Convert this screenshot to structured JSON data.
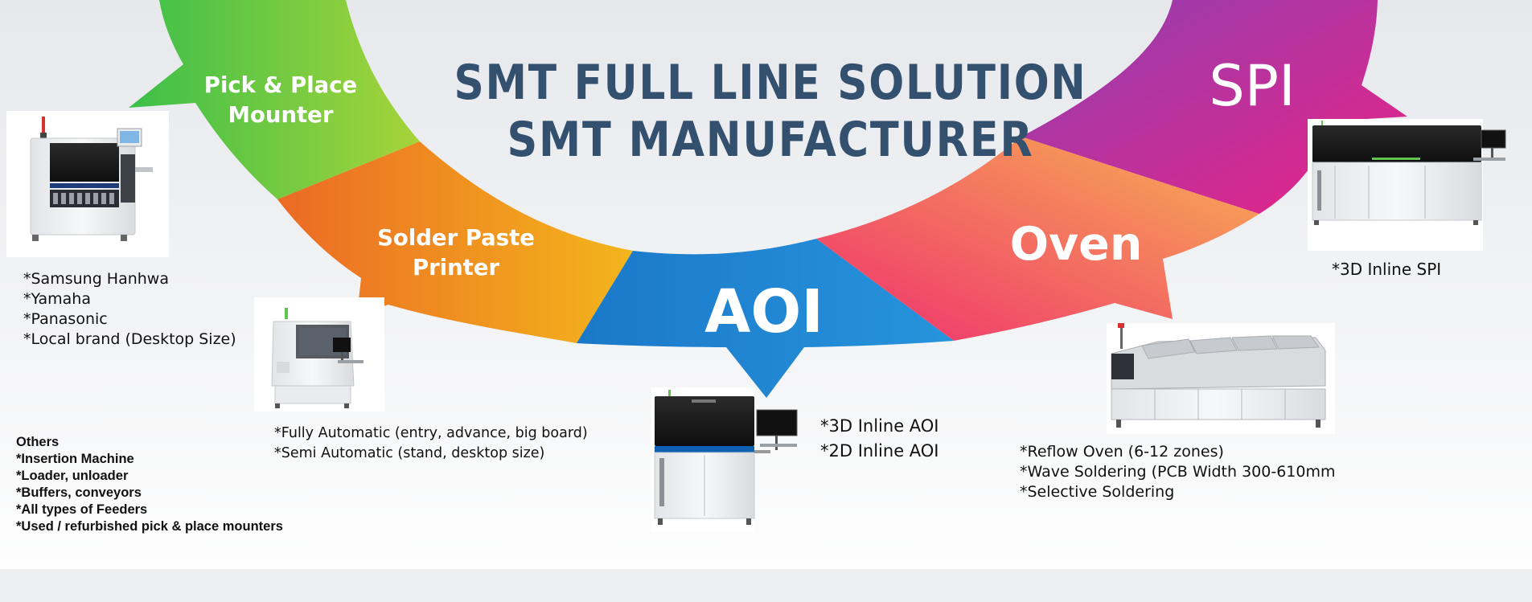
{
  "title": {
    "line1": "SMT FULL LINE SOLUTION",
    "line2": "SMT MANUFACTURER"
  },
  "segments": [
    {
      "id": "pick-place",
      "label_lines": [
        "Pick & Place",
        "Mounter"
      ],
      "color_start": "#3cbf4a",
      "color_end": "#a6d43a"
    },
    {
      "id": "solder-paste",
      "label_lines": [
        "Solder Paste",
        "Printer"
      ],
      "color_start": "#ec6a25",
      "color_end": "#f3b51c"
    },
    {
      "id": "aoi",
      "label_lines": [
        "AOI"
      ],
      "color_start": "#1b78c9",
      "color_end": "#2694dc"
    },
    {
      "id": "oven",
      "label_lines": [
        "Oven"
      ],
      "color_start": "#ef2f6e",
      "color_end": "#f8b253"
    },
    {
      "id": "spi",
      "label_lines": [
        "SPI"
      ],
      "color_start": "#8f3fb1",
      "color_end": "#ea2386"
    }
  ],
  "descriptions": {
    "pick_place": [
      "*Samsung Hanhwa",
      "*Yamaha",
      "*Panasonic",
      "*Local brand (Desktop Size)"
    ],
    "others": [
      "Others",
      "*Insertion Machine",
      "*Loader, unloader",
      "*Buffers, conveyors",
      "*All types of Feeders",
      "*Used / refurbished pick & place mounters"
    ],
    "printer": [
      "*Fully Automatic (entry, advance, big board)",
      "*Semi Automatic (stand, desktop size)"
    ],
    "aoi": [
      "*3D Inline AOI",
      "*2D Inline AOI"
    ],
    "oven": [
      "*Reflow Oven (6-12 zones)",
      "*Wave Soldering (PCB Width 300-610mm",
      "*Selective Soldering"
    ],
    "spi": [
      "*3D Inline SPI"
    ]
  },
  "machines": [
    {
      "id": "pick-place-machine",
      "icon": "pick-and-place-machine-image"
    },
    {
      "id": "printer-machine",
      "icon": "solder-paste-printer-image"
    },
    {
      "id": "aoi-machine",
      "icon": "aoi-machine-image"
    },
    {
      "id": "oven-machine",
      "icon": "reflow-oven-image"
    },
    {
      "id": "spi-machine",
      "icon": "spi-machine-image"
    }
  ]
}
